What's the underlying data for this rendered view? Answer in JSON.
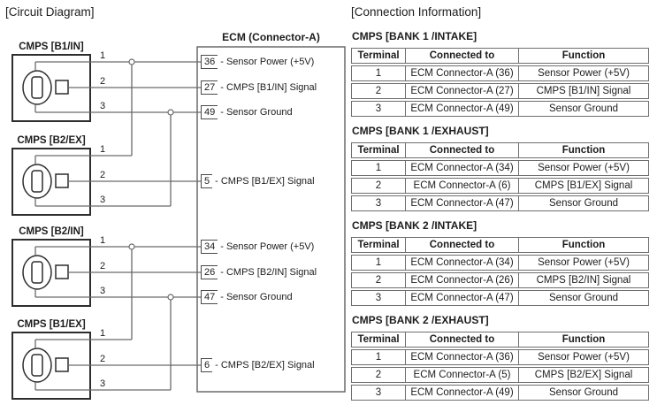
{
  "colors": {
    "wire": "#6a6a6a",
    "connector_outline": "#2d2d2d",
    "table_border": "#6e6e6e",
    "text": "#1c1c1c",
    "background": "#ffffff"
  },
  "diagram": {
    "title": "[Circuit Diagram]",
    "ecm_title": "ECM (Connector-A)",
    "connectors": [
      {
        "label": "CMPS [B1/IN]",
        "pins": [
          "1",
          "2",
          "3"
        ]
      },
      {
        "label": "CMPS [B2/EX]",
        "pins": [
          "1",
          "2",
          "3"
        ]
      },
      {
        "label": "CMPS [B2/IN]",
        "pins": [
          "1",
          "2",
          "3"
        ]
      },
      {
        "label": "CMPS [B1/EX]",
        "pins": [
          "1",
          "2",
          "3"
        ]
      }
    ],
    "ecm_pins": [
      {
        "num": "36",
        "rest": "- Sensor Power (+5V)"
      },
      {
        "num": "27",
        "rest": "- CMPS [B1/IN] Signal"
      },
      {
        "num": "49",
        "rest": "- Sensor Ground"
      },
      {
        "num": "5",
        "rest": "- CMPS [B1/EX] Signal"
      },
      {
        "num": "34",
        "rest": "- Sensor Power (+5V)"
      },
      {
        "num": "26",
        "rest": "- CMPS [B2/IN] Signal"
      },
      {
        "num": "47",
        "rest": "- Sensor Ground"
      },
      {
        "num": "6",
        "rest": "- CMPS [B2/EX] Signal"
      }
    ]
  },
  "info": {
    "title": "[Connection Information]",
    "sections": [
      {
        "heading": "CMPS [BANK 1 /INTAKE]",
        "columns": [
          "Terminal",
          "Connected to",
          "Function"
        ],
        "rows": [
          [
            "1",
            "ECM Connector-A (36)",
            "Sensor Power (+5V)"
          ],
          [
            "2",
            "ECM Connector-A (27)",
            "CMPS [B1/IN] Signal"
          ],
          [
            "3",
            "ECM Connector-A (49)",
            "Sensor Ground"
          ]
        ]
      },
      {
        "heading": "CMPS [BANK 1 /EXHAUST]",
        "columns": [
          "Terminal",
          "Connected to",
          "Function"
        ],
        "rows": [
          [
            "1",
            "ECM Connector-A (34)",
            "Sensor Power (+5V)"
          ],
          [
            "2",
            "ECM Connector-A (6)",
            "CMPS [B1/EX] Signal"
          ],
          [
            "3",
            "ECM Connector-A (47)",
            "Sensor Ground"
          ]
        ]
      },
      {
        "heading": "CMPS [BANK 2 /INTAKE]",
        "columns": [
          "Terminal",
          "Connected to",
          "Function"
        ],
        "rows": [
          [
            "1",
            "ECM Connector-A (34)",
            "Sensor Power (+5V)"
          ],
          [
            "2",
            "ECM Connector-A (26)",
            "CMPS [B2/IN] Signal"
          ],
          [
            "3",
            "ECM Connector-A (47)",
            "Sensor Ground"
          ]
        ]
      },
      {
        "heading": "CMPS [BANK 2 /EXHAUST]",
        "columns": [
          "Terminal",
          "Connected to",
          "Function"
        ],
        "rows": [
          [
            "1",
            "ECM Connector-A (36)",
            "Sensor Power (+5V)"
          ],
          [
            "2",
            "ECM Connector-A (5)",
            "CMPS [B2/EX] Signal"
          ],
          [
            "3",
            "ECM Connector-A (49)",
            "Sensor Ground"
          ]
        ]
      }
    ]
  }
}
